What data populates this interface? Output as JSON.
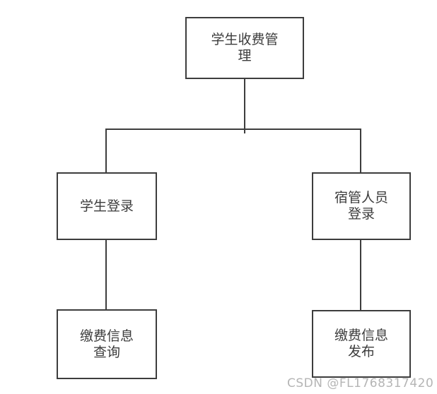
{
  "colors": {
    "line": "#3d3d3d",
    "node_border": "#3d3d3d",
    "node_fill": "#ffffff",
    "text": "#3c3c3c",
    "watermark": "#b5b5b5",
    "background": "#ffffff"
  },
  "diagram": {
    "type": "flowchart",
    "root": {
      "label": "学生收费管\n理"
    },
    "level2": [
      {
        "label": "学生登录"
      },
      {
        "label": "宿管人员\n登录"
      }
    ],
    "level3": [
      {
        "label": "缴费信息\n查询"
      },
      {
        "label": "缴费信息\n发布"
      }
    ],
    "edges": [
      {
        "from": "学生收费管理",
        "to": "学生登录"
      },
      {
        "from": "学生收费管理",
        "to": "宿管人员登录"
      },
      {
        "from": "学生登录",
        "to": "缴费信息查询"
      },
      {
        "from": "宿管人员登录",
        "to": "缴费信息发布"
      }
    ]
  },
  "watermark": {
    "text": "CSDN @FL1768317420"
  }
}
